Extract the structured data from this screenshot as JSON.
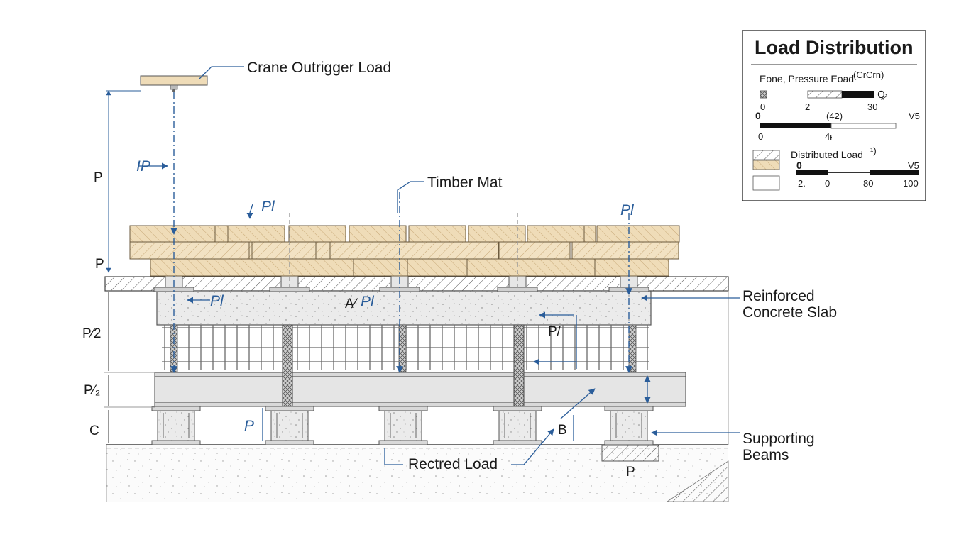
{
  "labels": {
    "crane_outrigger_load": "Crane Outrigger Load",
    "timber_mat": "Timber Mat",
    "reinforced_concrete_slab_line1": "Reinforced",
    "reinforced_concrete_slab_line2": "Concrete Slab",
    "supporting_beams_line1": "Supporting",
    "supporting_beams_line2": "Beams",
    "rectred_load": "Rectred Load"
  },
  "dimensions": {
    "top_p": "P",
    "p_mat": "P",
    "p_half": "P⁄2",
    "p_half_small": "P⁄₂",
    "c": "C",
    "p_beam": "P",
    "b": "B",
    "p_bottom": "P"
  },
  "load_tags": {
    "ip": "IP",
    "pl_mat_left": "Pl",
    "pl_mat_right": "Pl",
    "pl_slab_left": "Pl",
    "a_pl": "A⁄",
    "a_pl_suffix": "Pl",
    "p_slash": "P/"
  },
  "legend": {
    "title": "Load Distribution",
    "row1_label": "Eone, Pressure Eoad",
    "row1_sup": "(CrCrn)",
    "row1_icon": "Ꝙ",
    "row1_scale_left": "0",
    "row1_scale_mid": "2",
    "row1_scale_right": "30",
    "row2_left": "0",
    "row2_mid": "(42)",
    "row2_right": "V5",
    "row2_bottom_left": "0",
    "row2_bottom_mid": "4ᵼ",
    "row3_label": "Distributed Load",
    "row3_sup": "¹)",
    "row3_left": "0",
    "row3_right": "V5",
    "row3_scale_a": "2.",
    "row3_scale_b": "0",
    "row3_scale_c": "80",
    "row3_scale_d": "100"
  },
  "colors": {
    "accent_blue": "#2a5d9a",
    "timber": "#efdcb8",
    "concrete": "#e8e8e8",
    "line": "#3a3a3a"
  }
}
